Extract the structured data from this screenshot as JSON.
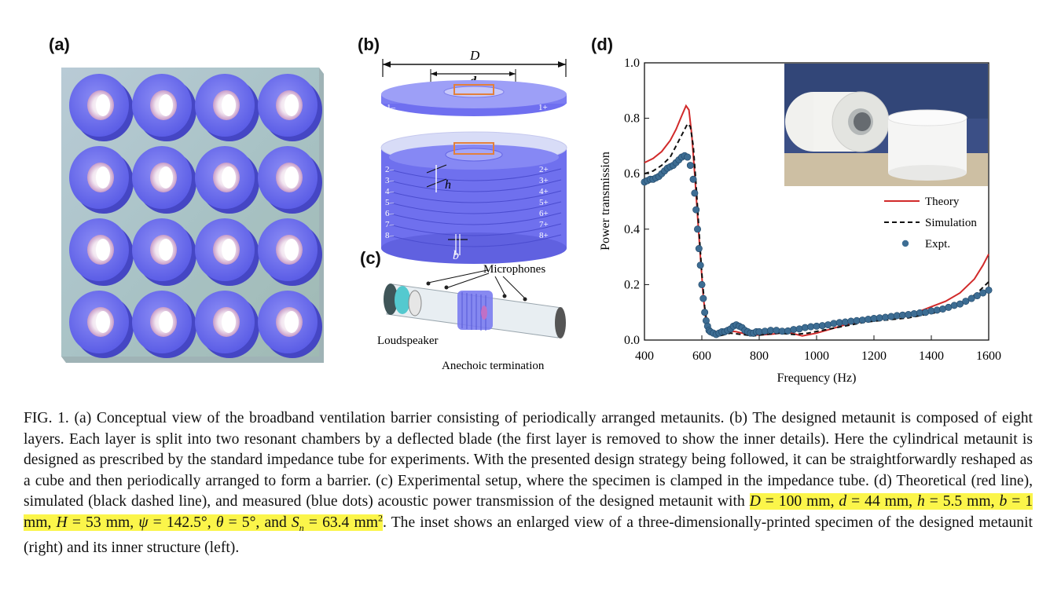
{
  "panels": {
    "a": {
      "label": "(a)"
    },
    "b": {
      "label": "(b)",
      "dim_D": "D",
      "dim_d": "d",
      "dim_h": "h",
      "dim_b": "b",
      "top_left": "1–",
      "top_right": "1+",
      "left_layers": [
        "2–",
        "3–",
        "4–",
        "5–",
        "6–",
        "7–",
        "8–"
      ],
      "right_layers": [
        "2+",
        "3+",
        "4+",
        "5+",
        "6+",
        "7+",
        "8+"
      ]
    },
    "c": {
      "label": "(c)",
      "microphones": "Microphones",
      "loudspeaker": "Loudspeaker",
      "termination": "Anechoic termination"
    },
    "d": {
      "label": "(d)"
    }
  },
  "chart_data": {
    "type": "line",
    "xlabel": "Frequency (Hz)",
    "ylabel": "Power transmission",
    "xlim": [
      400,
      1600
    ],
    "ylim": [
      0,
      1.0
    ],
    "xticks": [
      400,
      600,
      800,
      1000,
      1200,
      1400,
      1600
    ],
    "yticks": [
      "0.0",
      "0.2",
      "0.4",
      "0.6",
      "0.8",
      "1.0"
    ],
    "legend_position": "lower-right",
    "series": [
      {
        "name": "Theory",
        "style": "solid",
        "color": "#d12a2a",
        "x": [
          400,
          430,
          460,
          490,
          510,
          530,
          545,
          555,
          565,
          575,
          585,
          595,
          605,
          615,
          630,
          650,
          680,
          720,
          760,
          800,
          850,
          900,
          950,
          1000,
          1050,
          1100,
          1150,
          1200,
          1250,
          1300,
          1350,
          1400,
          1450,
          1500,
          1550,
          1580,
          1600
        ],
        "y": [
          0.64,
          0.655,
          0.68,
          0.72,
          0.76,
          0.81,
          0.845,
          0.83,
          0.74,
          0.6,
          0.45,
          0.3,
          0.16,
          0.06,
          0.025,
          0.03,
          0.035,
          0.03,
          0.02,
          0.018,
          0.022,
          0.028,
          0.015,
          0.025,
          0.04,
          0.055,
          0.065,
          0.075,
          0.08,
          0.09,
          0.1,
          0.12,
          0.14,
          0.17,
          0.22,
          0.27,
          0.31
        ]
      },
      {
        "name": "Simulation",
        "style": "dashed",
        "color": "#111111",
        "x": [
          400,
          430,
          460,
          490,
          510,
          530,
          550,
          560,
          570,
          580,
          590,
          600,
          610,
          620,
          640,
          660,
          700,
          740,
          780,
          820,
          870,
          920,
          970,
          1020,
          1070,
          1120,
          1170,
          1220,
          1270,
          1320,
          1370,
          1420,
          1470,
          1520,
          1560,
          1600
        ],
        "y": [
          0.6,
          0.61,
          0.63,
          0.66,
          0.7,
          0.74,
          0.78,
          0.77,
          0.7,
          0.56,
          0.4,
          0.24,
          0.12,
          0.05,
          0.02,
          0.015,
          0.025,
          0.02,
          0.015,
          0.02,
          0.025,
          0.02,
          0.025,
          0.035,
          0.045,
          0.055,
          0.065,
          0.07,
          0.075,
          0.08,
          0.09,
          0.1,
          0.12,
          0.14,
          0.17,
          0.21
        ]
      },
      {
        "name": "Expt.",
        "style": "dots",
        "color": "#3d6d93",
        "x": [
          400,
          410,
          420,
          430,
          440,
          450,
          460,
          470,
          480,
          490,
          500,
          510,
          520,
          530,
          540,
          550,
          560,
          570,
          575,
          580,
          585,
          590,
          595,
          600,
          605,
          610,
          615,
          620,
          625,
          630,
          640,
          650,
          660,
          670,
          680,
          690,
          700,
          710,
          720,
          730,
          740,
          750,
          760,
          770,
          780,
          790,
          800,
          820,
          840,
          860,
          880,
          900,
          920,
          940,
          960,
          980,
          1000,
          1020,
          1040,
          1060,
          1080,
          1100,
          1120,
          1140,
          1160,
          1180,
          1200,
          1220,
          1240,
          1260,
          1280,
          1300,
          1320,
          1340,
          1360,
          1380,
          1400,
          1420,
          1440,
          1460,
          1480,
          1500,
          1520,
          1540,
          1560,
          1580,
          1600
        ],
        "y": [
          0.57,
          0.575,
          0.58,
          0.58,
          0.585,
          0.59,
          0.6,
          0.61,
          0.62,
          0.625,
          0.63,
          0.64,
          0.65,
          0.66,
          0.665,
          0.66,
          0.63,
          0.58,
          0.53,
          0.47,
          0.4,
          0.33,
          0.27,
          0.2,
          0.15,
          0.1,
          0.07,
          0.05,
          0.035,
          0.03,
          0.025,
          0.02,
          0.025,
          0.03,
          0.03,
          0.035,
          0.04,
          0.05,
          0.055,
          0.05,
          0.045,
          0.035,
          0.03,
          0.025,
          0.025,
          0.03,
          0.03,
          0.032,
          0.035,
          0.035,
          0.032,
          0.033,
          0.038,
          0.04,
          0.045,
          0.048,
          0.05,
          0.052,
          0.055,
          0.06,
          0.063,
          0.065,
          0.068,
          0.07,
          0.072,
          0.075,
          0.078,
          0.08,
          0.082,
          0.085,
          0.088,
          0.09,
          0.092,
          0.095,
          0.098,
          0.1,
          0.105,
          0.108,
          0.112,
          0.118,
          0.125,
          0.13,
          0.14,
          0.15,
          0.16,
          0.17,
          0.18
        ]
      }
    ]
  },
  "caption": {
    "p1": "FIG. 1.   (a) Conceptual view of the broadband ventilation barrier consisting of periodically arranged metaunits. (b) The designed metaunit is composed of eight layers. Each layer is split into two resonant chambers by a deflected blade (the first layer is removed to show the inner details). Here the cylindrical metaunit is designed as prescribed by the standard impedance tube for experiments. With the presented design strategy being followed, it can be straightforwardly reshaped as a cube and then periodically arranged to form a barrier. (c) Experimental setup, where the specimen is clamped in the impedance tube. (d) Theoretical (red line), simulated (black dashed line), and measured (blue dots) acoustic power transmission of the designed metaunit with ",
    "highlight": "D = 100 mm, d = 44 mm, h = 5.5 mm, b = 1 mm, H = 53 mm, ψ = 142.5°, θ = 5°, and Sn = 63.4 mm²",
    "p2": ". The inset shows an enlarged view of a three-dimensionally-printed specimen of the designed metaunit (right) and its inner structure (left)."
  }
}
